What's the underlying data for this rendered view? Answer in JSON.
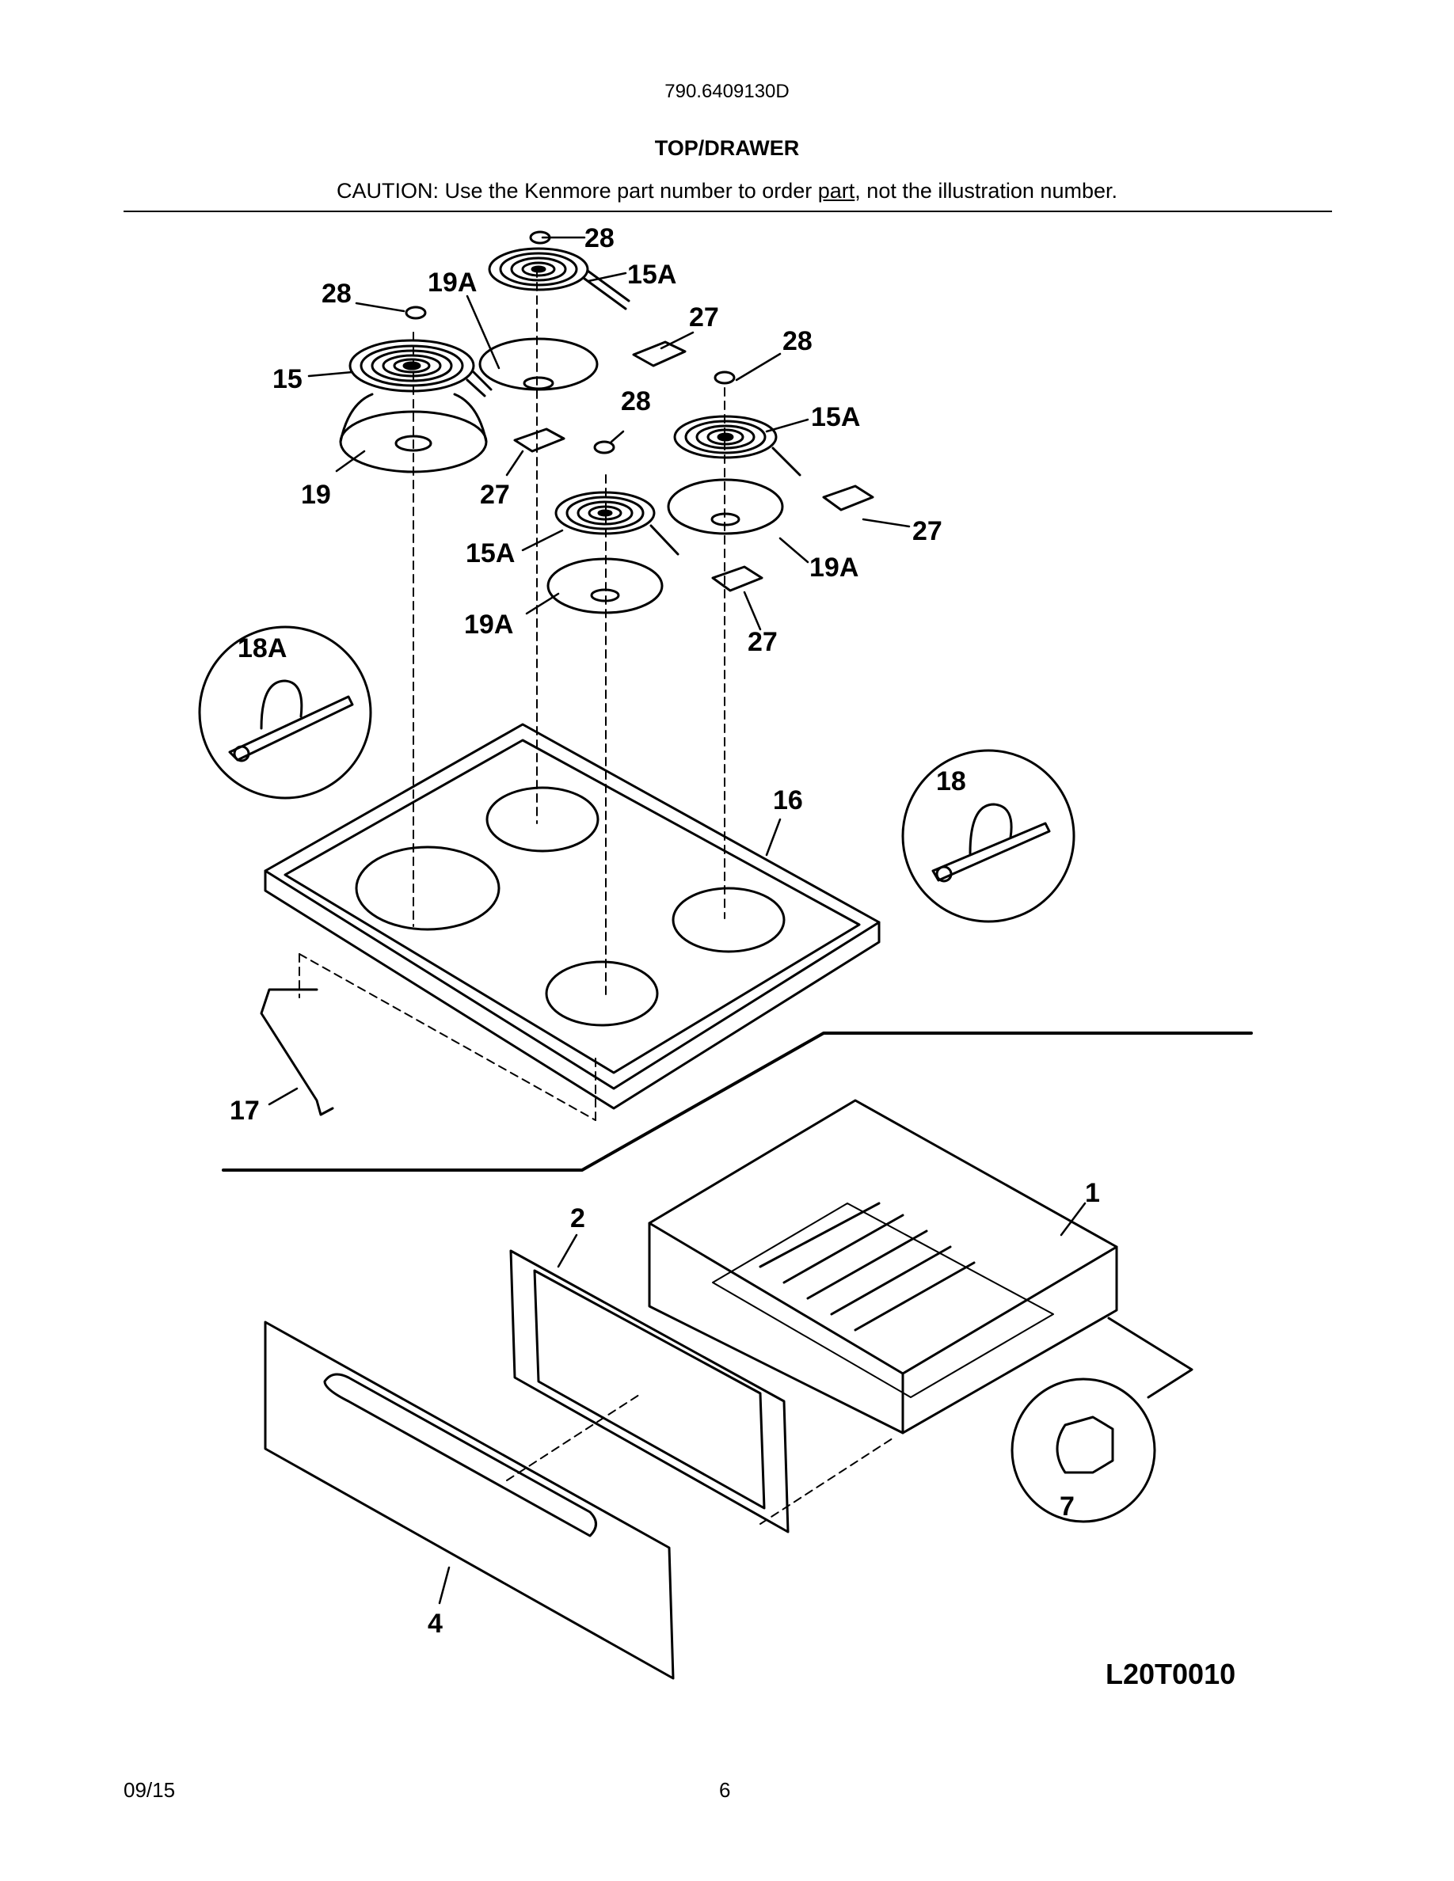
{
  "header": {
    "model_number": "790.6409130D",
    "section_title": "TOP/DRAWER",
    "caution_prefix": "CAUTION: Use the Kenmore part number to order ",
    "caution_link": "part",
    "caution_suffix": ", not the illustration number."
  },
  "callouts": {
    "c28a": "28",
    "c28b": "28",
    "c28c": "28",
    "c28d": "28",
    "c19Atop": "19A",
    "c15Atop": "15A",
    "c27a": "27",
    "c15": "15",
    "c19": "19",
    "c27b": "27",
    "c15Aright": "15A",
    "c27c": "27",
    "c19Aright": "19A",
    "c15Amid": "15A",
    "c19Amid": "19A",
    "c27d": "27",
    "c18A": "18A",
    "c18": "18",
    "c16": "16",
    "c17": "17",
    "c1": "1",
    "c2": "2",
    "c4": "4",
    "c7": "7"
  },
  "diagram_code": "L20T0010",
  "footer": {
    "date": "09/15",
    "page": "6"
  }
}
